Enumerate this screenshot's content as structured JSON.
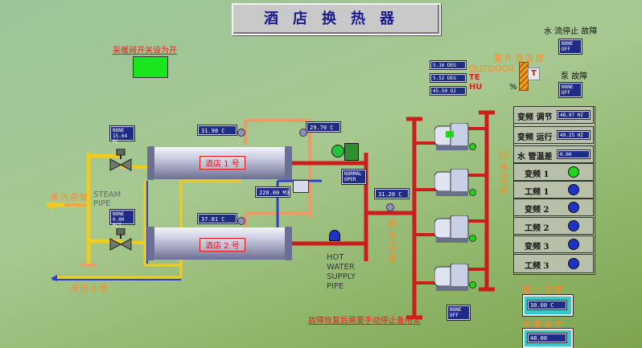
{
  "title": "酒店换热器",
  "heating_valve_label": "采暖阀开关设为开",
  "colors": {
    "status_green": "#19e61f",
    "led_green": "#1ed61a",
    "led_blue": "#1e32c8",
    "readout_bg": "#1f2c86"
  },
  "pump_stop_fault_label": "水 流停止 故障",
  "pump_stop_fault_value": "NONE OFF",
  "pump_fault_label": "泵 故障",
  "pump_fault_value": "NONE OFF",
  "outdoor_temp_humidity_label": "室外温湿度",
  "outdoor_label": "OUTDOOR",
  "te_label": "TE",
  "hu_label": "HU",
  "percent_label": "%",
  "t_icon": "T",
  "outdoor_readouts": [
    "5.16 DEG",
    "5.52 DEG",
    "45.50   OJ"
  ],
  "valve1_readout": [
    "NONE",
    "15.64 PC"
  ],
  "valve2_readout": [
    "NONE",
    "0.00 PCT"
  ],
  "temp_readout_1": "31.98 C",
  "temp_readout_2": "29.70 C",
  "temp_readout_3": "37.81 C",
  "temp_readout_4": "31.20 C",
  "flow_readout": "220.00 M3H",
  "normal_oper": [
    "NORMAL",
    "OPER"
  ],
  "hx1_label": "酒店 1 号",
  "hx2_label": "酒店 2 号",
  "steam_label": "蒸汽总管",
  "steam_pipe_en": [
    "STEAM",
    "PIPE"
  ],
  "condensate_label": "凝结水管",
  "hot_water_en": [
    "HOT",
    "WATER",
    "SUPPLY",
    "PIPE"
  ],
  "supply_main_label": "供水总管",
  "return_main_label": "回水总管",
  "pump_bottom_readout": [
    "NONE",
    "OFF"
  ],
  "fault_restore_label": "故障恢复后需要手动停止备用泵",
  "panel_rows": [
    {
      "label": "变频 调节",
      "value": "48.97 HZ"
    },
    {
      "label": "变频 运行",
      "value": "49.25 HZ"
    },
    {
      "label": "水 管温差",
      "value": "0.00"
    }
  ],
  "status_rows": [
    {
      "label": "变频 1",
      "state": "green"
    },
    {
      "label": "工频 1",
      "state": "blue"
    },
    {
      "label": "变频 2",
      "state": "blue"
    },
    {
      "label": "工频 2",
      "state": "blue"
    },
    {
      "label": "变频 3",
      "state": "blue"
    },
    {
      "label": "工频 3",
      "state": "blue"
    }
  ],
  "outdoor_temp_label": "室外温度",
  "outdoor_temp_value": "30.00 C",
  "frequency_setting_label": "频率设定",
  "frequency_setting_value": "48.00"
}
